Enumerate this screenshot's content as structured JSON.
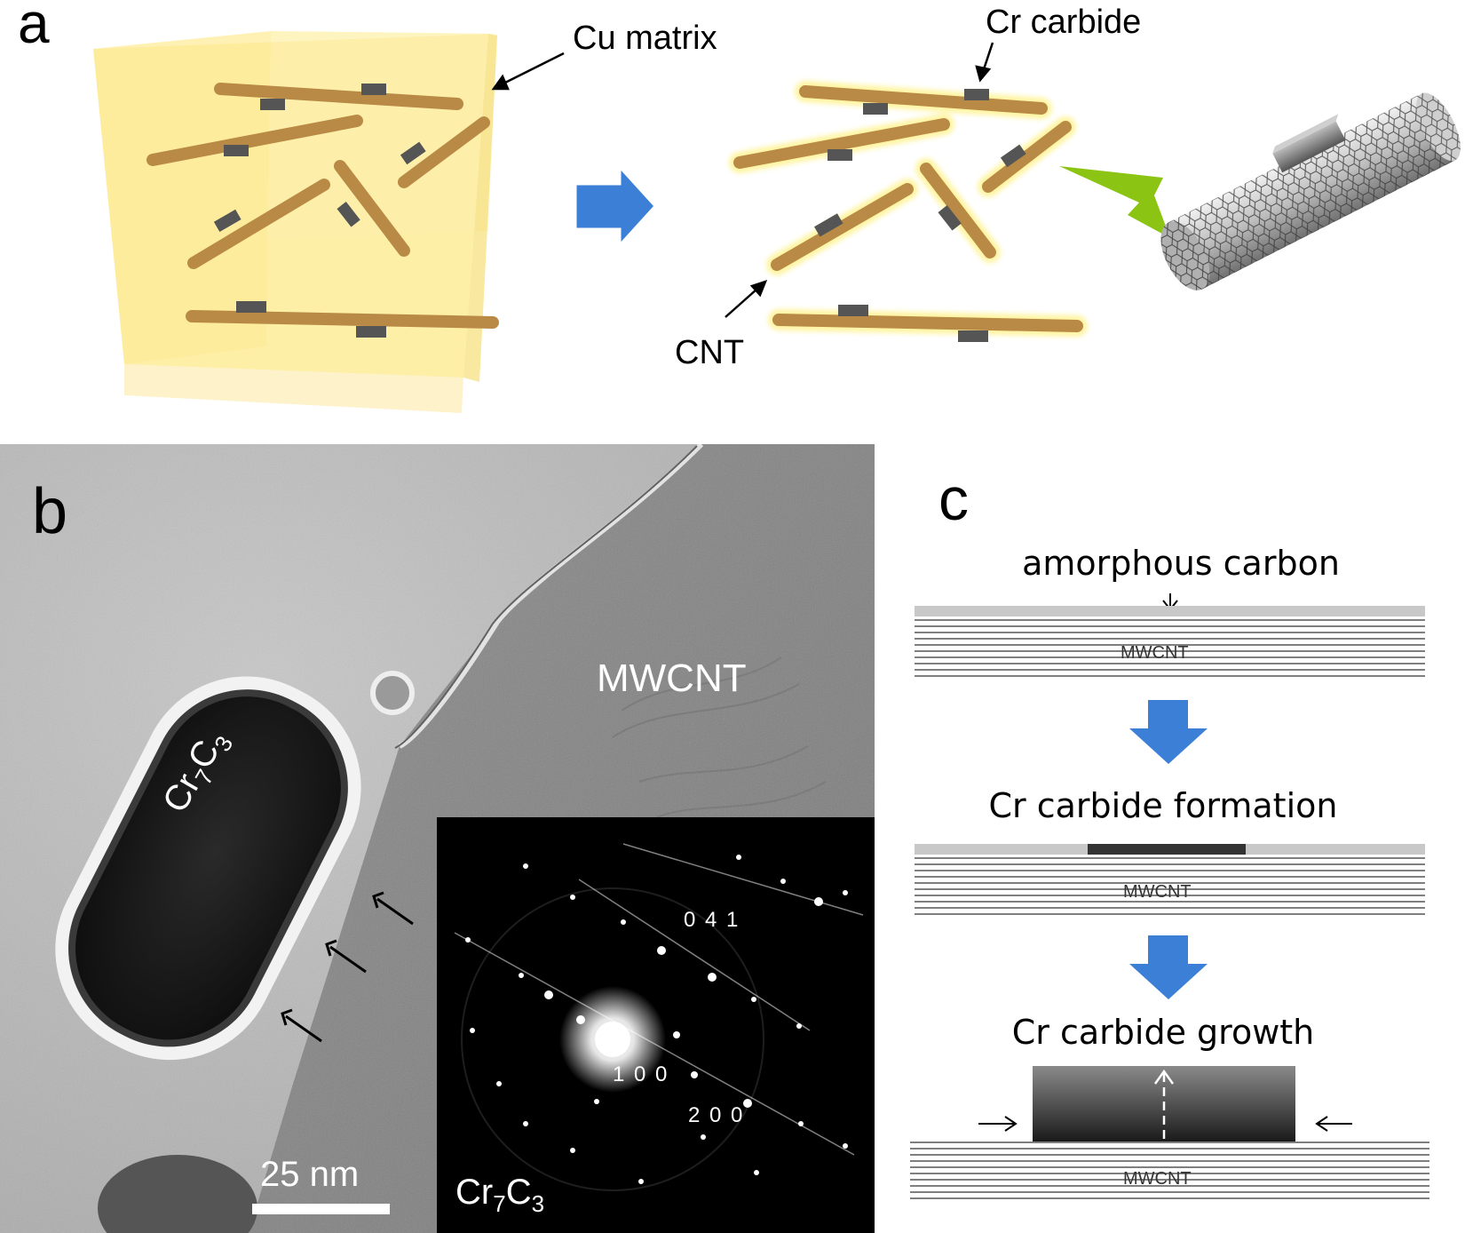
{
  "panel_a": {
    "letter": "a",
    "label_cu_matrix": "Cu matrix",
    "label_cr_carbide": "Cr carbide",
    "label_cnt": "CNT",
    "colors": {
      "matrix": "#fde98a",
      "rod": "#b98a45",
      "carbide": "#555555",
      "arrow_blue": "#3b7fd6",
      "arrow_green": "#8cc414"
    }
  },
  "panel_b": {
    "letter": "b",
    "label_particle": "Cr",
    "label_particle_sub1": "7",
    "label_particle_mid": "C",
    "label_particle_sub2": "3",
    "label_mwcnt": "MWCNT",
    "scale_bar": "25 nm",
    "inset": {
      "spot_041": "0 4 1",
      "spot_100": "1 0 0",
      "spot_200": "2 0 0",
      "phase_main": "Cr",
      "phase_sub1": "7",
      "phase_mid": "C",
      "phase_sub2": "3"
    }
  },
  "panel_c": {
    "letter": "c",
    "label_amorphous": "amorphous carbon",
    "step1_tube": "MWCNT",
    "step2_title": "Cr carbide formation",
    "step2_tube": "MWCNT",
    "step3_title": "Cr carbide growth",
    "step3_tube": "MWCNT",
    "colors": {
      "arrow": "#3b7fd6",
      "shell": "#c8c8c8",
      "carbide_dark": "#333333"
    }
  }
}
